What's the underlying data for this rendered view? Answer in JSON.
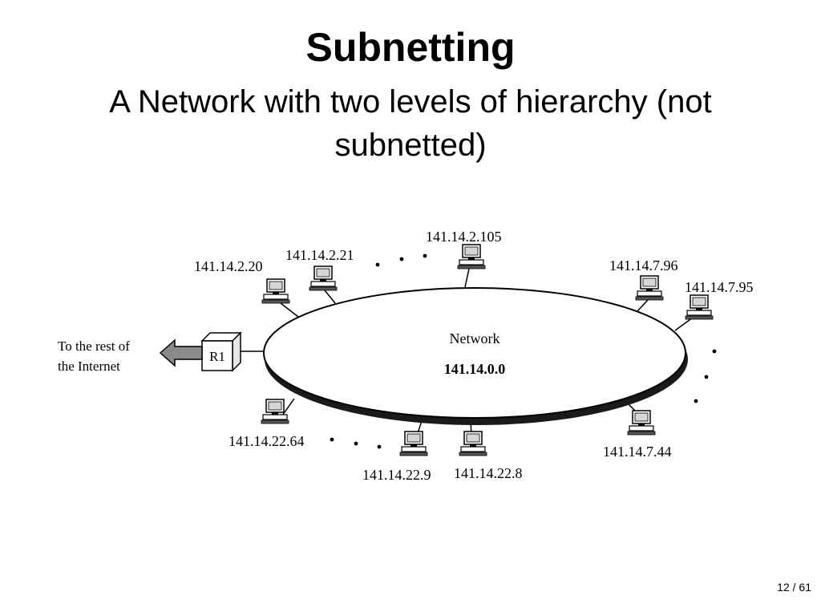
{
  "slide": {
    "title": "Subnetting",
    "subtitle": "A Network with two levels of hierarchy (not subnetted)",
    "page_number": "12 / 61"
  },
  "diagram": {
    "network_label": "Network",
    "network_address": "141.14.0.0",
    "router_label": "R1",
    "internet_label_line1": "To the rest of",
    "internet_label_line2": "the Internet",
    "hosts": [
      "141.14.2.20",
      "141.14.2.21",
      "141.14.2.105",
      "141.14.7.96",
      "141.14.7.95",
      "141.14.22.64",
      "141.14.22.9",
      "141.14.22.8",
      "141.14.7.44"
    ]
  }
}
